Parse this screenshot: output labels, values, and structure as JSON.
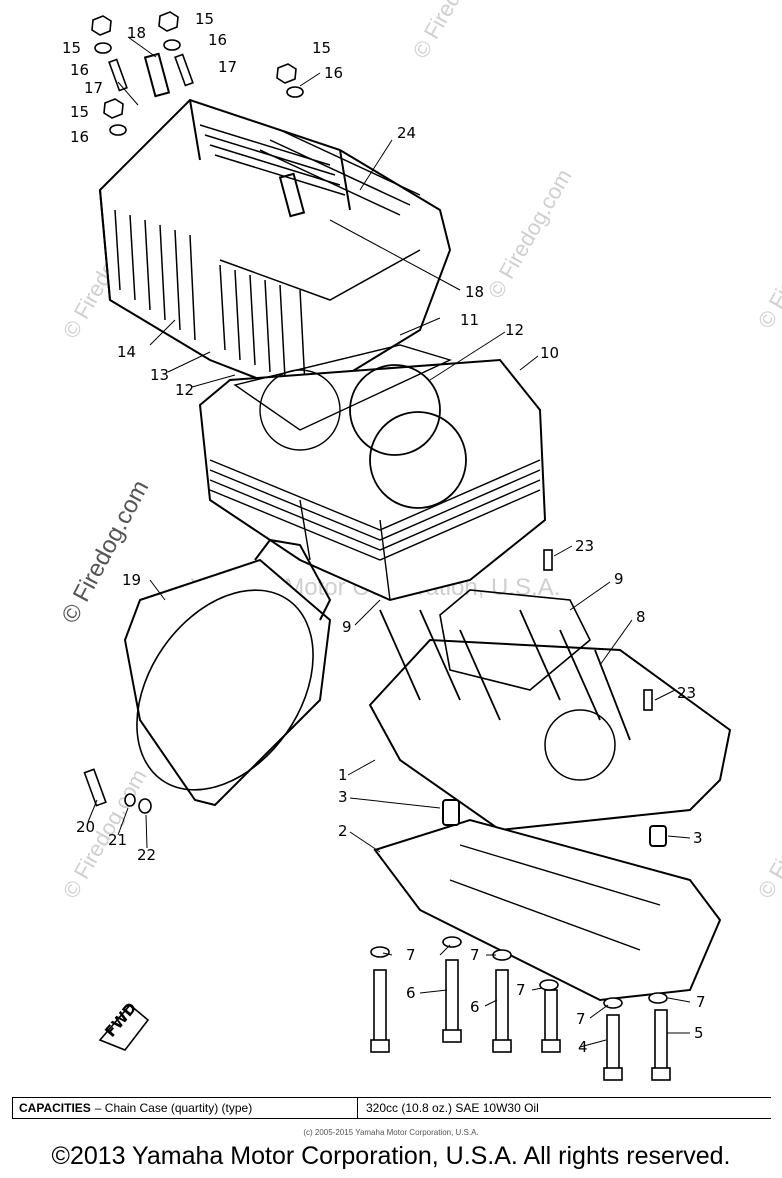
{
  "watermarks": {
    "site": "© Firedog.com",
    "center": "Yamaha Motor Corporation, U.S.A."
  },
  "callouts": {
    "c1": "1",
    "c2": "2",
    "c3a": "3",
    "c3b": "3",
    "c4": "4",
    "c5": "5",
    "c6a": "6",
    "c6b": "6",
    "c7a": "7",
    "c7b": "7",
    "c7c": "7",
    "c7d": "7",
    "c7e": "7",
    "c8": "8",
    "c9a": "9",
    "c9b": "9",
    "c10": "10",
    "c11": "11",
    "c12a": "12",
    "c12b": "12",
    "c13": "13",
    "c14": "14",
    "c15a": "15",
    "c15b": "15",
    "c15c": "15",
    "c15d": "15",
    "c16a": "16",
    "c16b": "16",
    "c16c": "16",
    "c16d": "16",
    "c17a": "17",
    "c17b": "17",
    "c18a": "18",
    "c18b": "18",
    "c19": "19",
    "c20": "20",
    "c21": "21",
    "c22": "22",
    "c23a": "23",
    "c23b": "23",
    "c24": "24"
  },
  "fwd_label": "FWD",
  "capacities": {
    "label": "CAPACITIES",
    "item": "– Chain Case (quartity) (type)",
    "value": "320cc (10.8 oz.) SAE 10W30 Oil"
  },
  "small_copyright": "(c) 2005-2015 Yamaha Motor Corporation, U.S.A.",
  "footer": "©2013 Yamaha Motor Corporation, U.S.A. All rights reserved."
}
